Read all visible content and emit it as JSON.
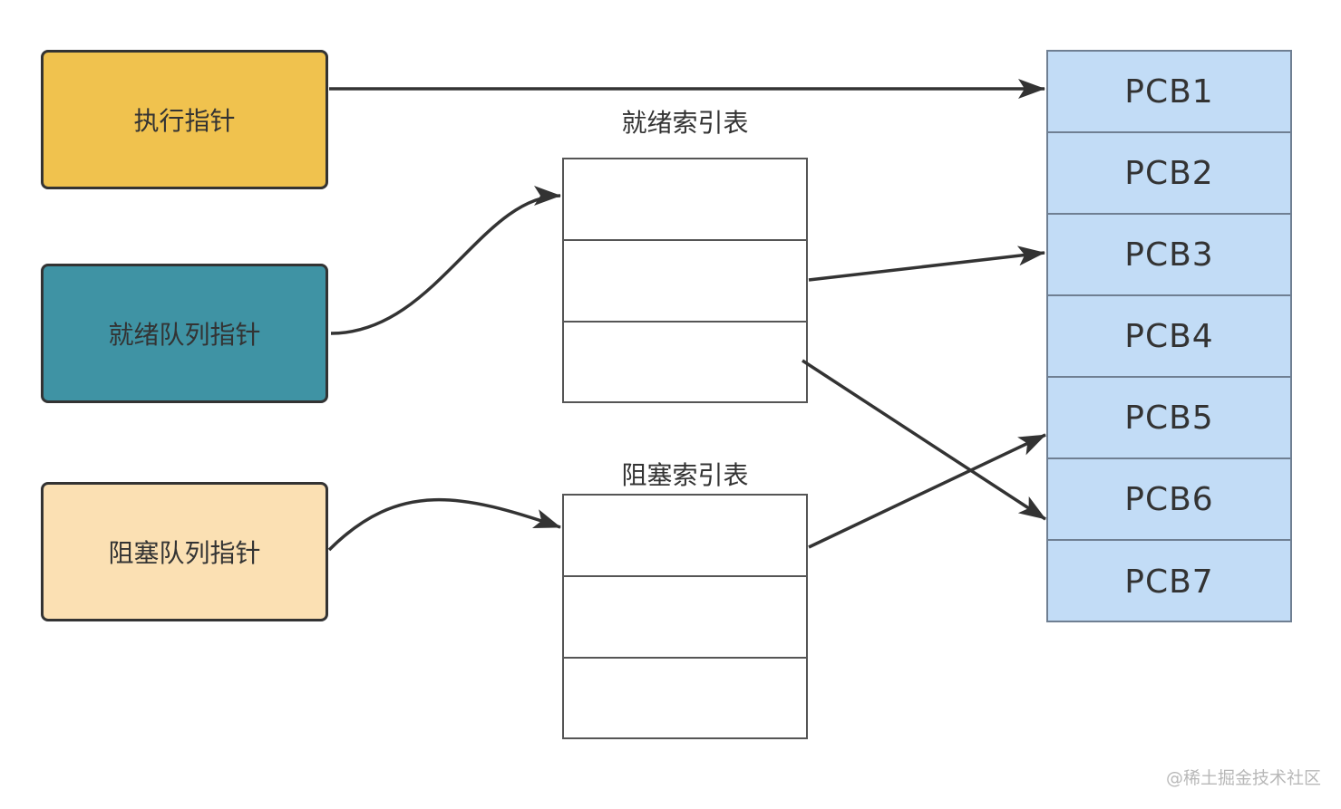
{
  "colors": {
    "exec_pointer": "#f0c24e",
    "ready_pointer": "#3f93a4",
    "blocked_pointer": "#fbe0b3",
    "pcb_fill": "#c2dcf6",
    "arrow": "#333333"
  },
  "pointers": {
    "exec": "执行指针",
    "ready": "就绪队列指针",
    "blocked": "阻塞队列指针"
  },
  "tables": {
    "ready_title": "就绪索引表",
    "blocked_title": "阻塞索引表"
  },
  "pcbs": [
    "PCB1",
    "PCB2",
    "PCB3",
    "PCB4",
    "PCB5",
    "PCB6",
    "PCB7"
  ],
  "watermark": "@稀土掘金技术社区"
}
